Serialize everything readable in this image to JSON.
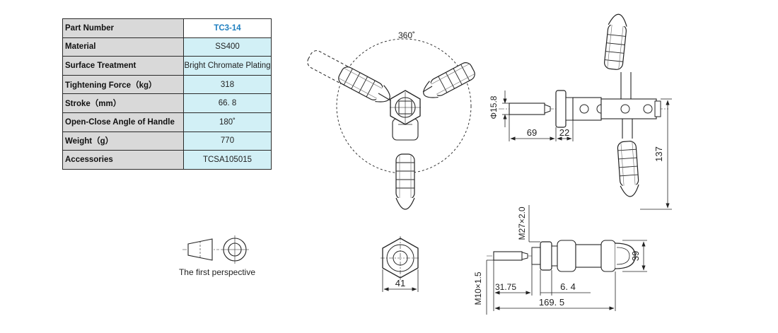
{
  "spec_table": {
    "rows": [
      {
        "label": "Part Number",
        "value": "TC3-14"
      },
      {
        "label": "Material",
        "value": "SS400"
      },
      {
        "label": "Surface Treatment",
        "value": "Bright Chromate Plating"
      },
      {
        "label": "Tightening Force（kg）",
        "value": "318"
      },
      {
        "label": "Stroke（mm）",
        "value": "66. 8"
      },
      {
        "label": "Open-Close Angle of Handle",
        "value": "180˚"
      },
      {
        "label": "Weight（g）",
        "value": "770"
      },
      {
        "label": "Accessories",
        "value": "TCSA105015"
      }
    ]
  },
  "projection_symbol": {
    "caption": "The first perspective"
  },
  "dimensions": {
    "rotation": "360˚",
    "diameter": "Φ15.8",
    "d69": "69",
    "d22": "22",
    "d137": "137",
    "hex_width": "41",
    "thread_large": "M27×2.0",
    "height39": "39",
    "thread_small": "M10×1.5",
    "d31_75": "31.75",
    "d6_4": "6. 4",
    "d169_5": "169. 5"
  },
  "colors": {
    "header_cell": "#d9d9d9",
    "value_cell": "#d2f0f6",
    "part_number": "#1e7fc0"
  }
}
